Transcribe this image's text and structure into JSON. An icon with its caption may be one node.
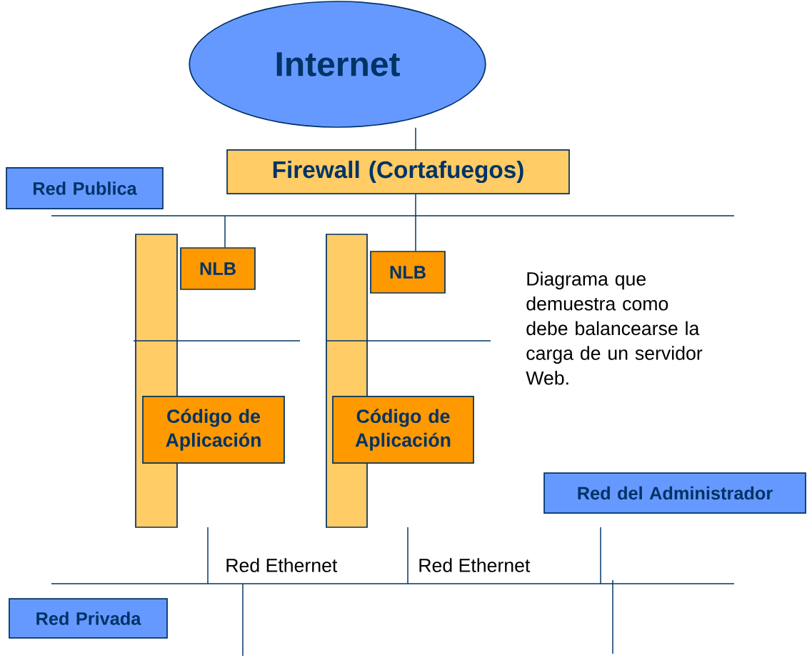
{
  "diagram": {
    "nodes": [
      {
        "text": [
          "Internet"
        ]
      },
      {
        "text": [
          "Firewall (Cortafuegos)"
        ]
      },
      {
        "text": [
          "Red Publica"
        ]
      },
      {
        "text": [],
        "shape": "bar"
      },
      {
        "text": [
          "NLB"
        ]
      },
      {
        "text": [],
        "shape": "bar"
      },
      {
        "text": [
          "NLB"
        ]
      },
      {
        "text": [
          "Código de Aplicación"
        ]
      },
      {
        "text": [
          "Código de Aplicación"
        ]
      },
      {
        "text": [
          "Red del Administrador"
        ]
      },
      {
        "text": [
          "Red Privada"
        ]
      }
    ],
    "edges": [
      {
        "from": 0,
        "to": 1,
        "arrow": "none"
      },
      {
        "from": 1,
        "to": 6,
        "arrow": "none"
      },
      {
        "from": null,
        "to": 4,
        "arrow": "none"
      }
    ],
    "labels": [
      "Diagrama que demuestra como debe balancearse la carga de un servidor Web.",
      "Red Ethernet",
      "Red Ethernet"
    ]
  }
}
